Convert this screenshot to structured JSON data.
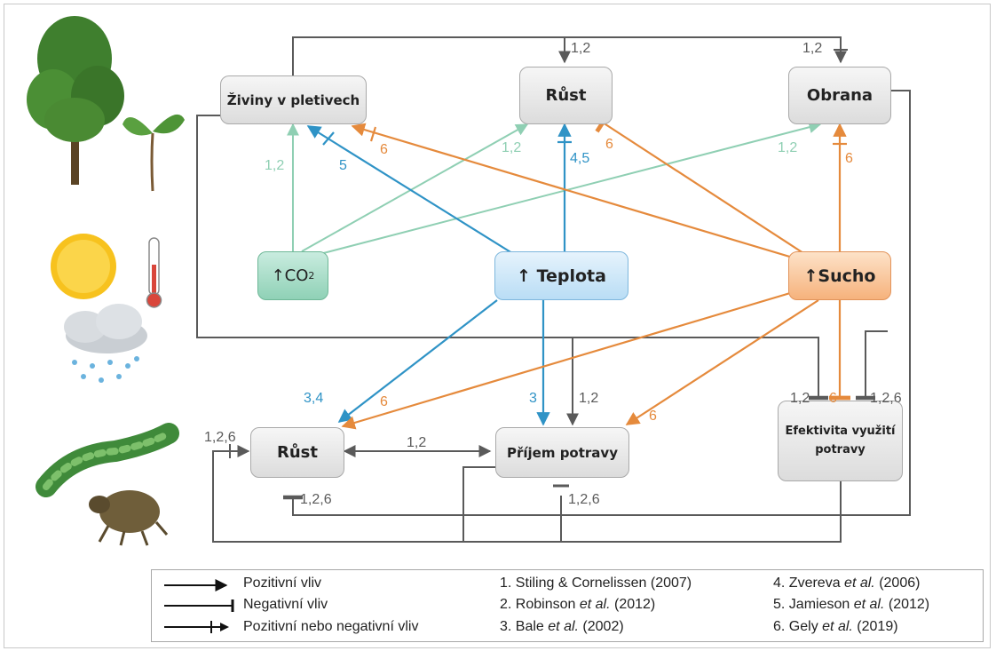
{
  "nodes": {
    "plant_nutrients": "Živiny v pletivech",
    "plant_growth": "Růst",
    "plant_defense": "Obrana",
    "co2_arrow": "↑",
    "co2_text": "CO",
    "co2_sub": "2",
    "temperature": "↑ Teplota",
    "drought": "↑Sucho",
    "insect_growth": "Růst",
    "food_intake": "Příjem potravy",
    "food_efficiency_line1": "Efektivita využití",
    "food_efficiency_line2": "potravy"
  },
  "edge_labels": {
    "top_loop_growth": "1,2",
    "top_loop_defense": "1,2",
    "co2_nutrients": "1,2",
    "temp_nutrients": "5",
    "drought_nutrients": "6",
    "co2_growth": "1,2",
    "temp_growth": "4,5",
    "drought_growth": "6",
    "co2_defense": "1,2",
    "drought_defense": "6",
    "temp_insect_growth": "3,4",
    "drought_insect_growth": "6",
    "temp_food_intake": "3",
    "loop_food_intake": "1,2",
    "drought_food_intake": "6",
    "eff_left": "1,2",
    "eff_mid": "6",
    "eff_right": "1,2,6",
    "insect_growth_left": "1,2,6",
    "growth_intake": "1,2",
    "insect_growth_bottom": "1,2,6",
    "food_intake_bottom": "1,2,6"
  },
  "legend": {
    "positive": "Pozitivní vliv",
    "negative": "Negativní vliv",
    "both": "Pozitivní nebo negativní vliv"
  },
  "references": [
    {
      "num": "1.",
      "authors": "Stiling & Cornelissen",
      "etal": "",
      "year": "(2007)"
    },
    {
      "num": "2.",
      "authors": "Robinson",
      "etal": "et al.",
      "year": "(2012)"
    },
    {
      "num": "3.",
      "authors": "Bale",
      "etal": "et al.",
      "year": "(2002)"
    },
    {
      "num": "4.",
      "authors": "Zvereva",
      "etal": "et al.",
      "year": "(2006)"
    },
    {
      "num": "5.",
      "authors": "Jamieson",
      "etal": "et al.",
      "year": "(2012)"
    },
    {
      "num": "6.",
      "authors": "Gely",
      "etal": "et al.",
      "year": "(2019)"
    }
  ],
  "colors": {
    "gray": "#5a5a5a",
    "teal": "#8fcfb3",
    "blue": "#2f93c6",
    "orange": "#e58a3c"
  },
  "icons": [
    "tree-icon",
    "seedling-icon",
    "sun-icon",
    "thermometer-icon",
    "rain-cloud-icon",
    "caterpillar-icon",
    "beetle-icon"
  ]
}
